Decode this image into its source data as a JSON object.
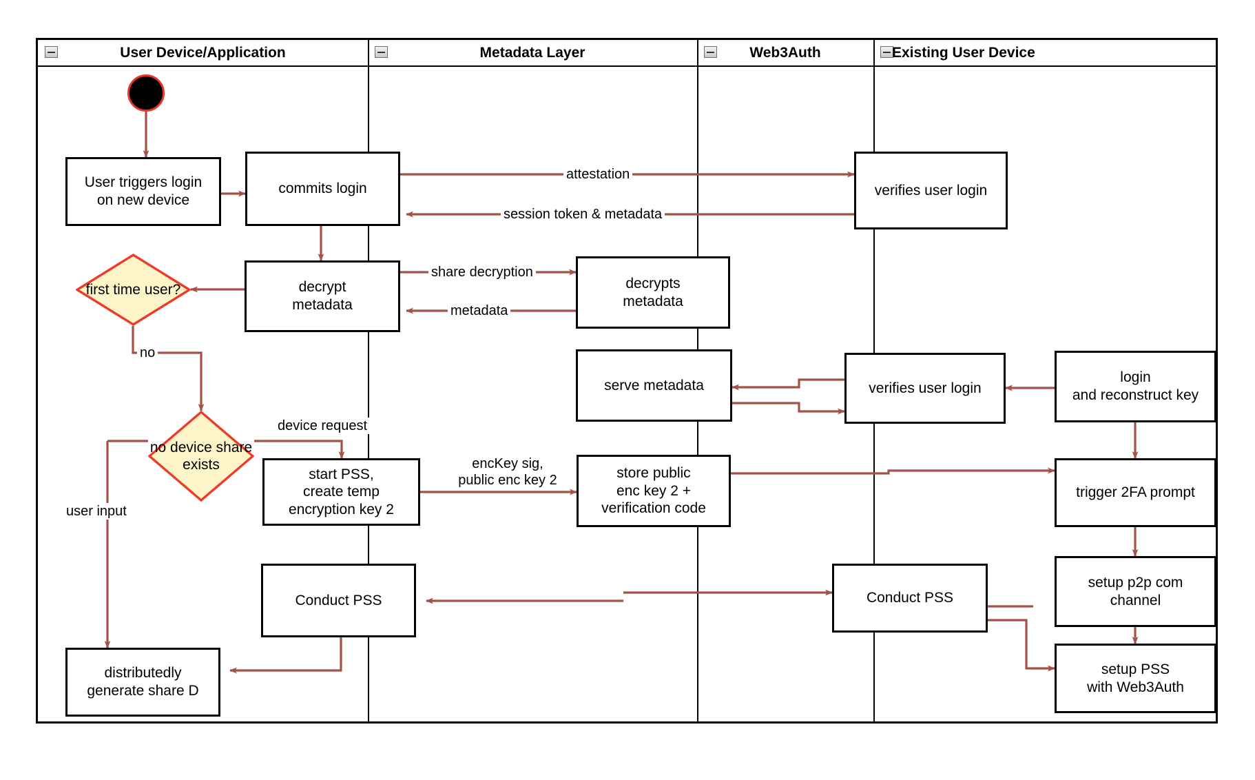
{
  "diagram": {
    "title": "Web3Auth new-device login swimlane flow",
    "accent_arrow_color": "#a65148",
    "decision_fill": "#fdf4c9",
    "decision_border": "#ed3b28",
    "lane_border_color": "#000000",
    "node_border_color": "#000000",
    "start_node_border_color": "#e8342a"
  },
  "lanes": [
    {
      "id": "user-device",
      "label": "User Device/Application",
      "collapse_icon": "collapse-minus-icon"
    },
    {
      "id": "metadata-layer",
      "label": "Metadata Layer",
      "collapse_icon": "collapse-minus-icon"
    },
    {
      "id": "web3auth",
      "label": "Web3Auth",
      "collapse_icon": "collapse-minus-icon"
    },
    {
      "id": "existing-user-device",
      "label": "Existing User Device",
      "collapse_icon": "collapse-minus-icon"
    }
  ],
  "nodes": {
    "start": {
      "label": "",
      "type": "start-node"
    },
    "user_triggers_login": {
      "line1": "User triggers login",
      "line2": "on new device"
    },
    "commits_login": {
      "line1": "commits login"
    },
    "verifies_user_login_1": {
      "line1": "verifies user login"
    },
    "decrypt_metadata": {
      "line1": "decrypt",
      "line2": "metadata"
    },
    "decrypts_metadata": {
      "line1": "decrypts",
      "line2": "metadata"
    },
    "first_time_user": {
      "line1": "first time",
      "line2": "user?"
    },
    "serve_metadata": {
      "line1": "serve metadata"
    },
    "verifies_user_login_2": {
      "line1": "verifies user login"
    },
    "login_reconstruct": {
      "line1": "login",
      "line2": "and reconstruct key"
    },
    "no_device_share": {
      "line1": "no device",
      "line2": "share exists"
    },
    "start_pss": {
      "line1": "start PSS,",
      "line2": "create temp",
      "line3": "encryption key 2"
    },
    "store_public": {
      "line1": "store public",
      "line2": "enc key 2 +",
      "line3": "verification code"
    },
    "trigger_2fa": {
      "line1": "trigger 2FA prompt"
    },
    "setup_p2p": {
      "line1": "setup p2p com",
      "line2": "channel"
    },
    "conduct_pss_user": {
      "line1": "Conduct PSS"
    },
    "conduct_pss_web3auth": {
      "line1": "Conduct PSS"
    },
    "setup_pss_web3auth": {
      "line1": "setup PSS",
      "line2": "with Web3Auth"
    },
    "distributedly_generate": {
      "line1": "distributedly",
      "line2": "generate share D"
    }
  },
  "edge_labels": {
    "attestation": "attestation",
    "session_token": "session token & metadata",
    "share_decryption": "share decryption",
    "metadata": "metadata",
    "no": "no",
    "device_request": "device request",
    "enckey_line1": "encKey sig,",
    "enckey_line2": "public enc key 2",
    "user_input": "user input"
  }
}
